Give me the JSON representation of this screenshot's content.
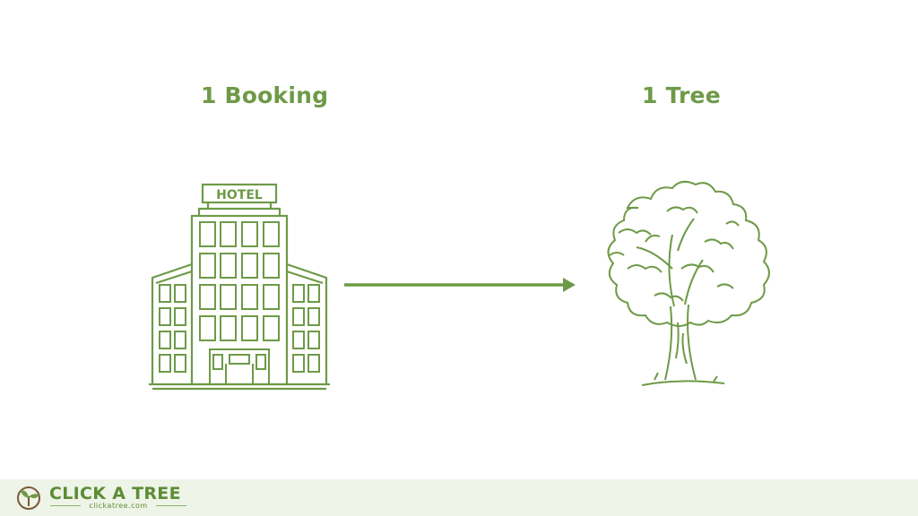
{
  "left_label": "1 Booking",
  "right_label": "1 Tree",
  "hotel_sign": "HOTEL",
  "footer": {
    "brand": "CLICK A TREE",
    "website": "clickatree.com"
  },
  "colors": {
    "accent": "#6e9a47",
    "footer_bg": "#eef4e7",
    "background": "#ffffff"
  },
  "icons": [
    "hotel-icon",
    "arrow-right-icon",
    "tree-icon",
    "logo-icon"
  ]
}
